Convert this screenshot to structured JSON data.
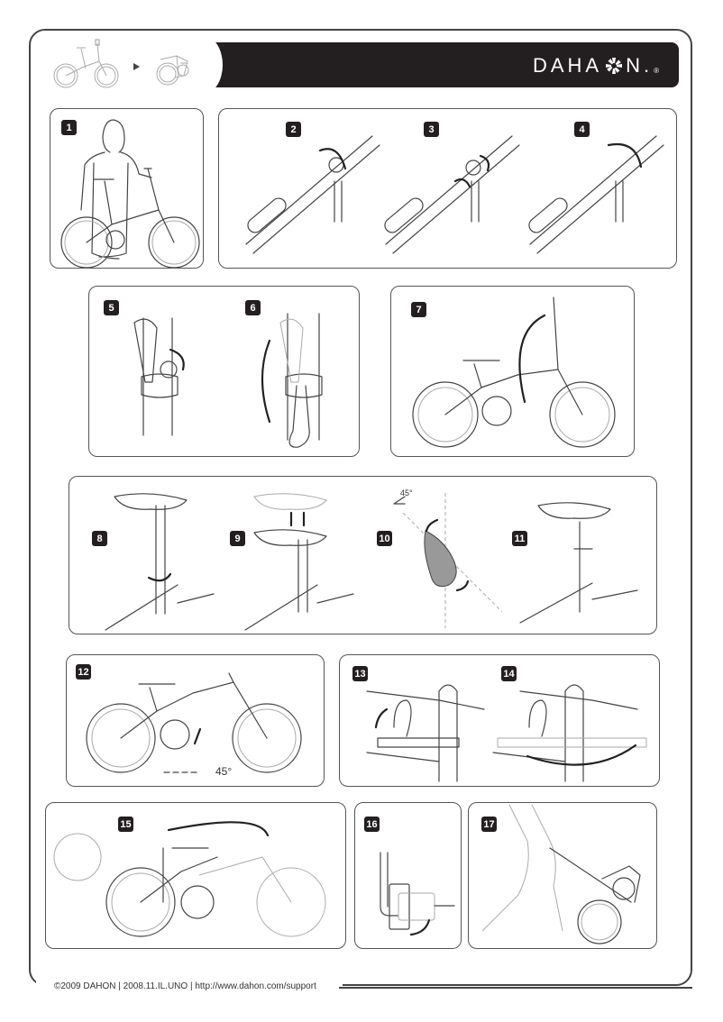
{
  "document": {
    "title": "DAHON folding instructions",
    "brand": "DAHON",
    "brand_mark": "®",
    "header": {
      "logo_text_left": "DAHA",
      "logo_text_right": "N.",
      "hero_icons": [
        "unfolded-bike-icon",
        "play-arrow-icon",
        "folded-bike-icon"
      ]
    },
    "steps": [
      {
        "number": "1",
        "illustration": "person-standing-with-bike"
      },
      {
        "number": "2",
        "illustration": "handlebar-release-lever"
      },
      {
        "number": "3",
        "illustration": "handlebar-clamp-rotate"
      },
      {
        "number": "4",
        "illustration": "handlebar-fold-lever"
      },
      {
        "number": "5",
        "illustration": "stem-latch-open"
      },
      {
        "number": "6",
        "illustration": "stem-lever-swing-down"
      },
      {
        "number": "7",
        "illustration": "fold-handlepost-down"
      },
      {
        "number": "8",
        "illustration": "open-seatpost-clamp"
      },
      {
        "number": "9",
        "illustration": "lower-saddle"
      },
      {
        "number": "10",
        "illustration": "rotate-saddle-45",
        "annotation": "45°"
      },
      {
        "number": "11",
        "illustration": "close-seatpost-clamp"
      },
      {
        "number": "12",
        "illustration": "rotate-pedal-crank",
        "annotation": "45°"
      },
      {
        "number": "13",
        "illustration": "frame-latch-open"
      },
      {
        "number": "14",
        "illustration": "frame-lever-swing"
      },
      {
        "number": "15",
        "illustration": "fold-frame-halves"
      },
      {
        "number": "16",
        "illustration": "magnet-clip-engage"
      },
      {
        "number": "17",
        "illustration": "walk-folded-bike"
      }
    ],
    "footer": {
      "text": "©2009 DAHON | 2008.11.IL.UNO | http://www.dahon.com/support"
    }
  },
  "colors": {
    "header_bg": "#231f20",
    "badge_bg": "#231f20",
    "frame_border": "#444444",
    "text": "#333333"
  }
}
